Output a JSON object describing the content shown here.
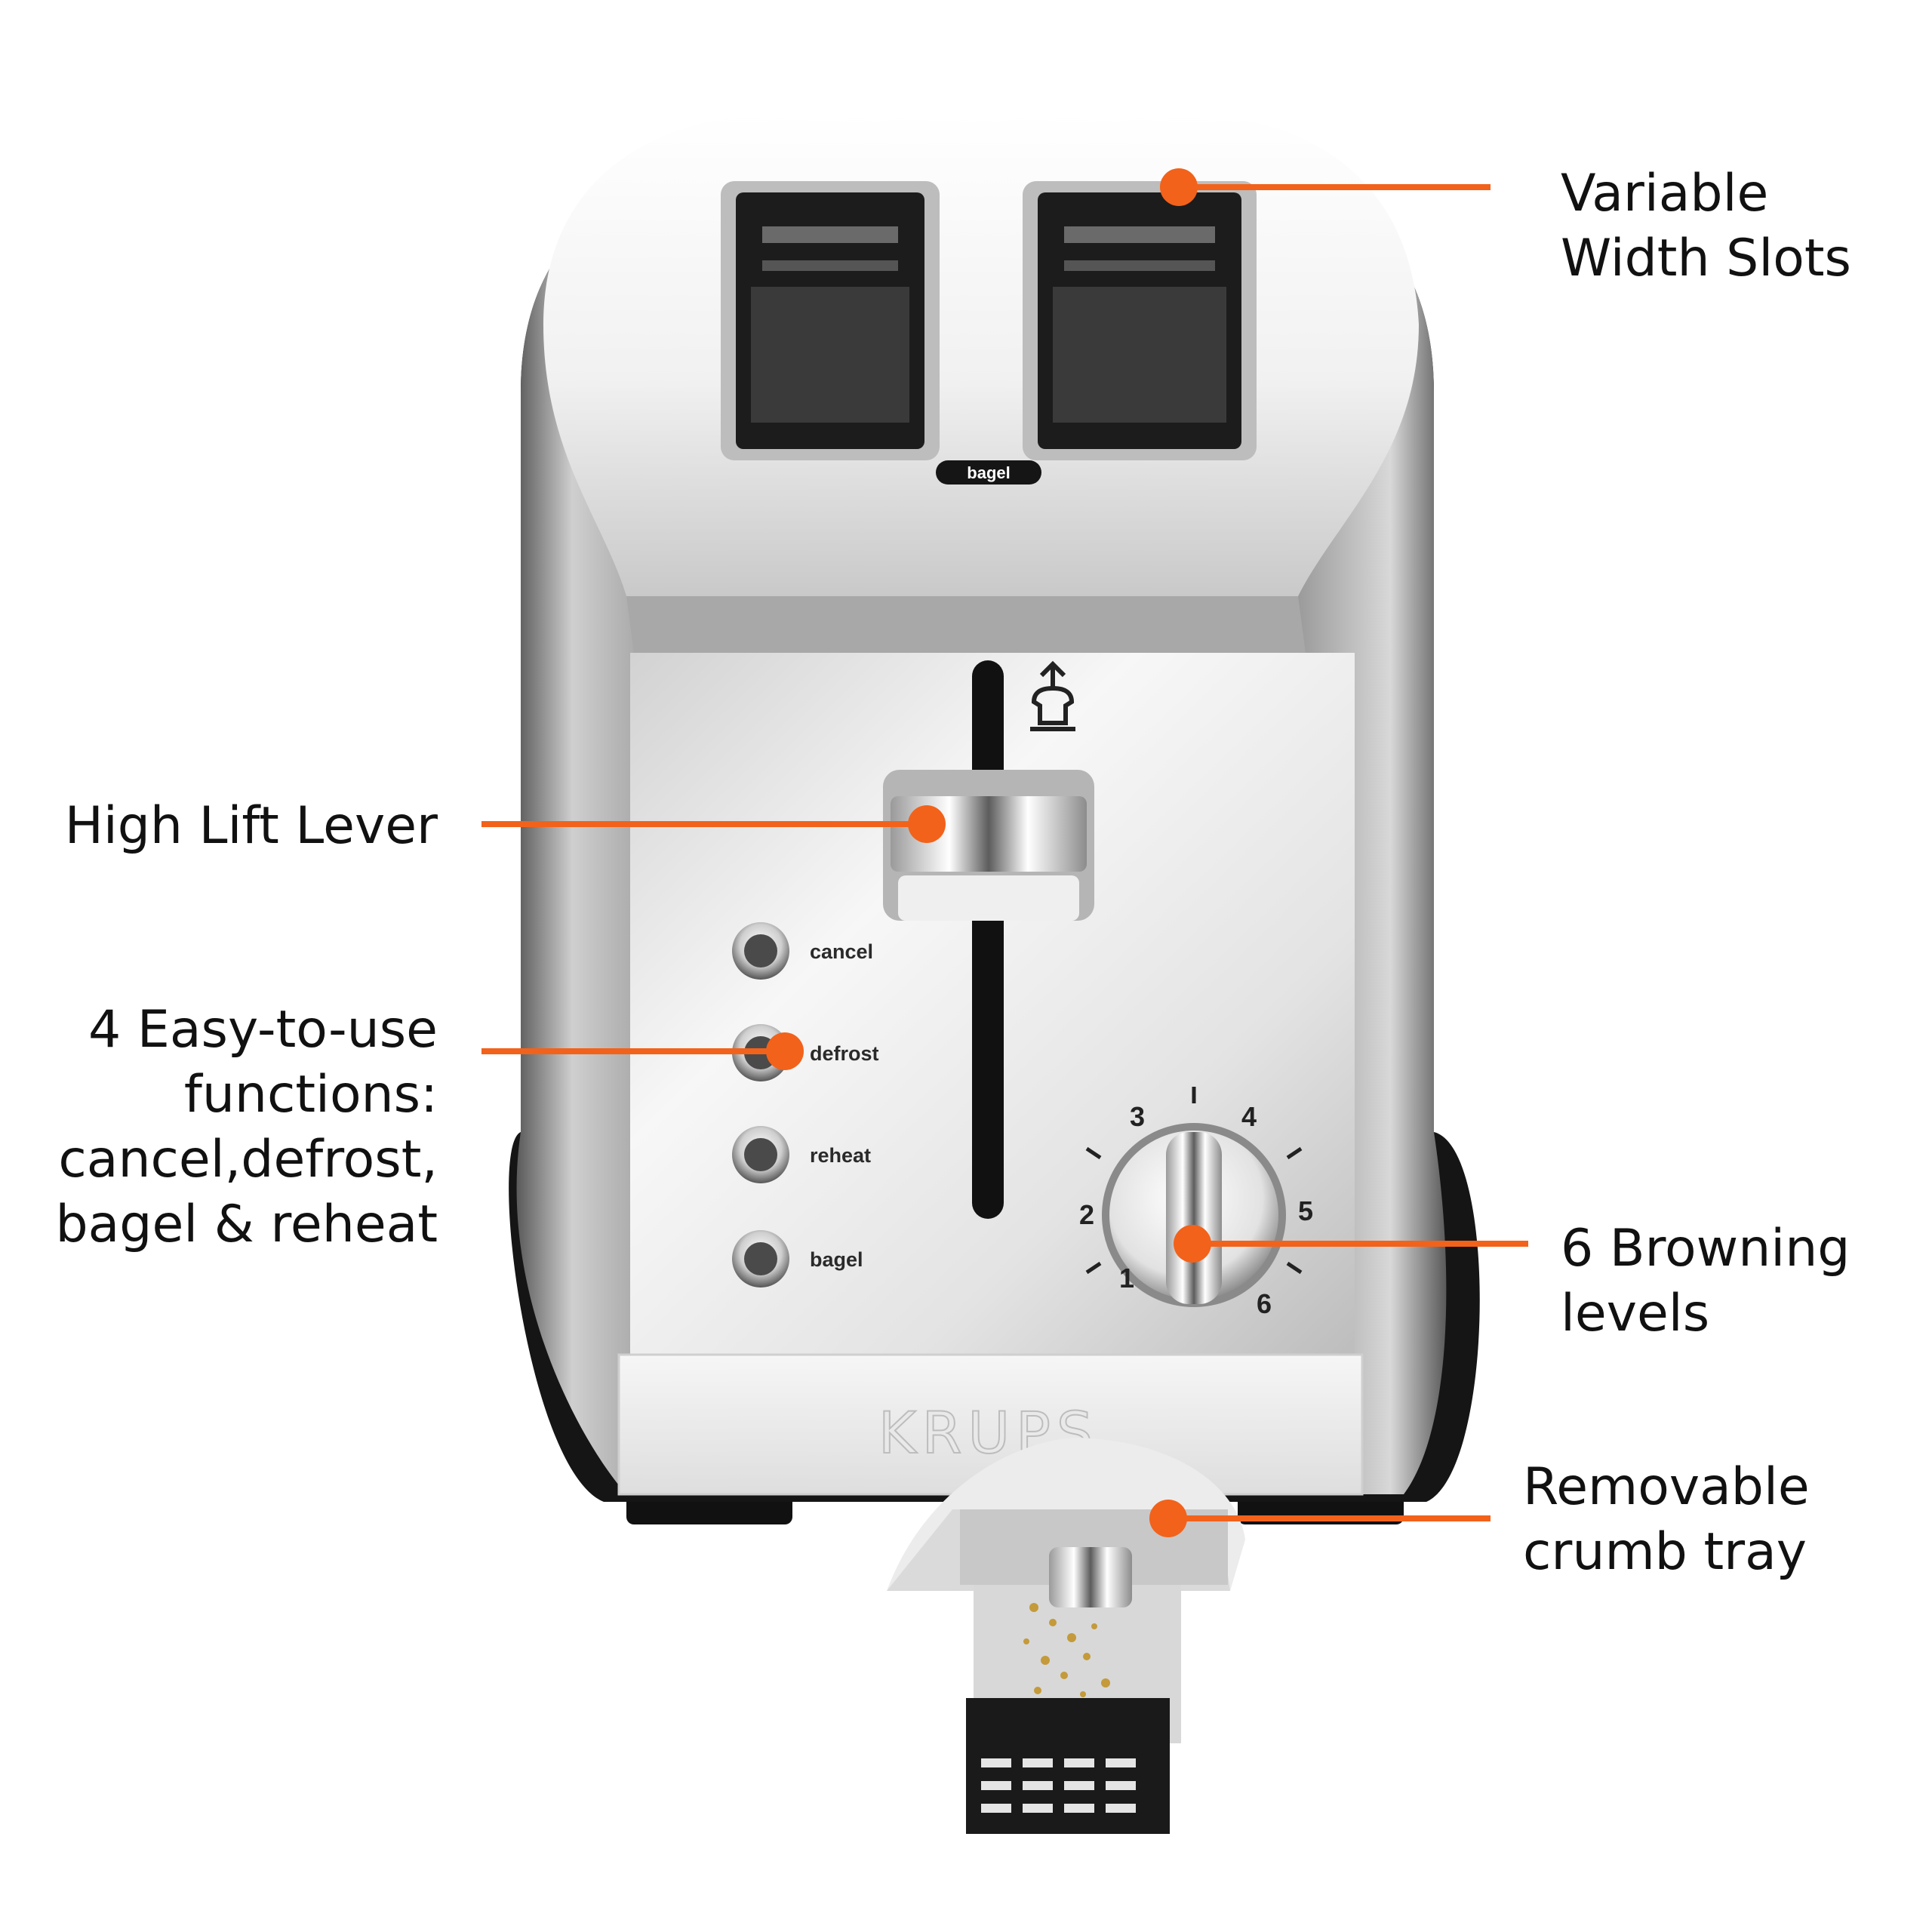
{
  "callouts": {
    "slots": [
      "Variable",
      "Width Slots"
    ],
    "lever": [
      "High Lift Lever"
    ],
    "functions": [
      "4 Easy-to-use",
      "functions:",
      "cancel,defrost,",
      "bagel & reheat"
    ],
    "browning": [
      "6 Browning",
      "levels"
    ],
    "crumb": [
      "Removable",
      "crumb tray"
    ]
  },
  "toaster": {
    "brand": "KRUPS",
    "slot_badge": "bagel",
    "buttons": [
      "cancel",
      "defrost",
      "reheat",
      "bagel"
    ],
    "dial_levels": [
      "1",
      "2",
      "3",
      "4",
      "5",
      "6"
    ]
  },
  "colors": {
    "accent": "#F2621B",
    "steel_light": "#F4F4F4",
    "steel_dark": "#6A6A6A",
    "text": "#111111"
  },
  "icons": {
    "lift": "toast-lift-icon"
  }
}
